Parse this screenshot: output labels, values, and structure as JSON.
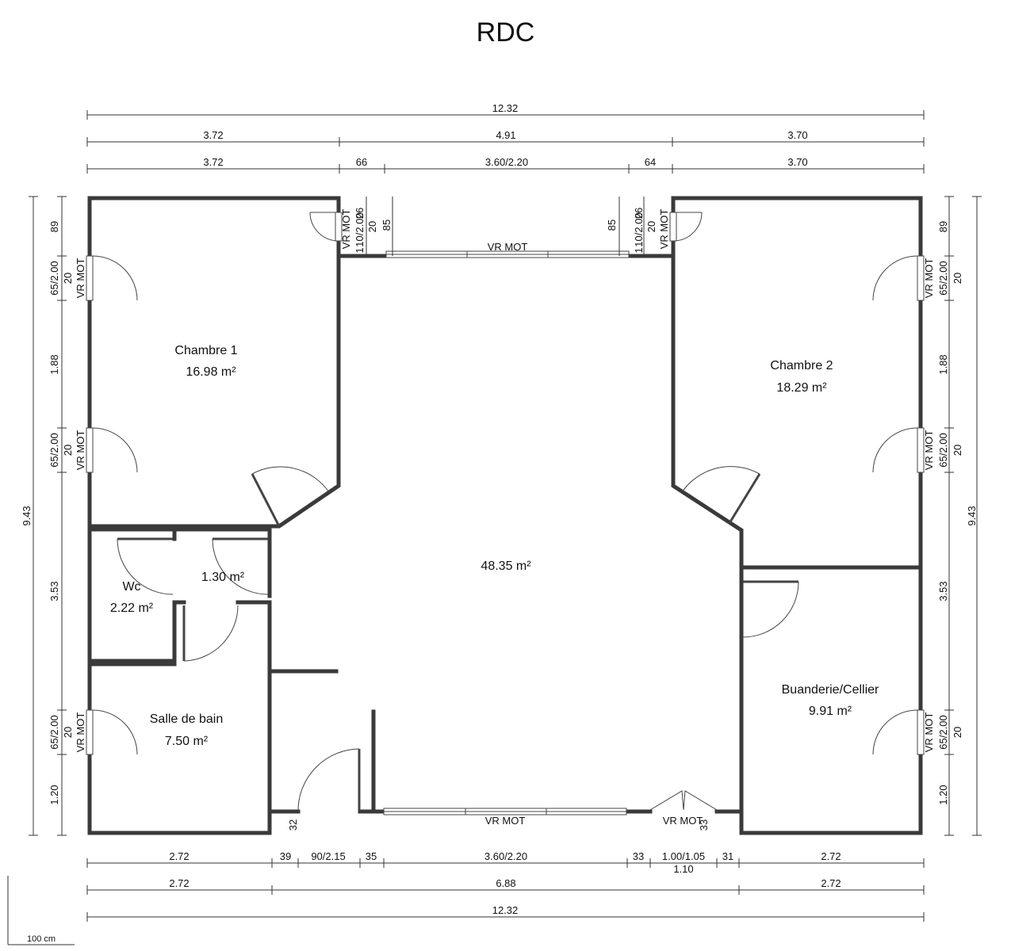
{
  "title": "RDC",
  "rooms": [
    {
      "name": "Chambre 1",
      "area": "16.98 m²"
    },
    {
      "name": "Chambre 2",
      "area": "18.29 m²"
    },
    {
      "name": "",
      "area": "48.35 m²"
    },
    {
      "name": "Wc",
      "area": "2.22 m²"
    },
    {
      "name": "",
      "area": "1.30 m²"
    },
    {
      "name": "Salle de bain",
      "area": "7.50 m²"
    },
    {
      "name": "Buanderie/Cellier",
      "area": "9.91 m²"
    }
  ],
  "dimensions": {
    "top": {
      "total": "12.32",
      "row2": [
        "3.72",
        "4.91",
        "3.70"
      ],
      "row3": [
        "3.72",
        "66",
        "3.60/2.20",
        "64",
        "3.70"
      ]
    },
    "bottom": {
      "row1": [
        "2.72",
        "39",
        "90/2.15",
        "35",
        "3.60/2.20",
        "33",
        "1.00/1.05",
        "31",
        "2.72"
      ],
      "row1_sub": "1.10",
      "row2": [
        "2.72",
        "6.88",
        "2.72"
      ],
      "total": "12.32"
    },
    "left": {
      "total": "9.43",
      "segments": [
        "89",
        "65/2.00",
        "1.88",
        "65/2.00",
        "3.53",
        "65/2.00",
        "1.20"
      ],
      "sill": "20"
    },
    "right": {
      "total": "9.43",
      "segments": [
        "89",
        "65/2.00",
        "1.88",
        "65/2.00",
        "3.53",
        "65/2.00",
        "1.20"
      ],
      "sill": "20"
    }
  },
  "opening_labels": {
    "shutter": "VR MOT",
    "small_window": "10/2.00",
    "small_window_width": "26",
    "small_window_sill": "20",
    "bay_offset": "85",
    "small_left_gap": "1",
    "bottom_small": "32",
    "bottom_small_right": "33"
  },
  "scale_bar": "100 cm",
  "colors": {
    "wall": "#3a3a3a",
    "line": "#333333",
    "text": "#111111"
  }
}
